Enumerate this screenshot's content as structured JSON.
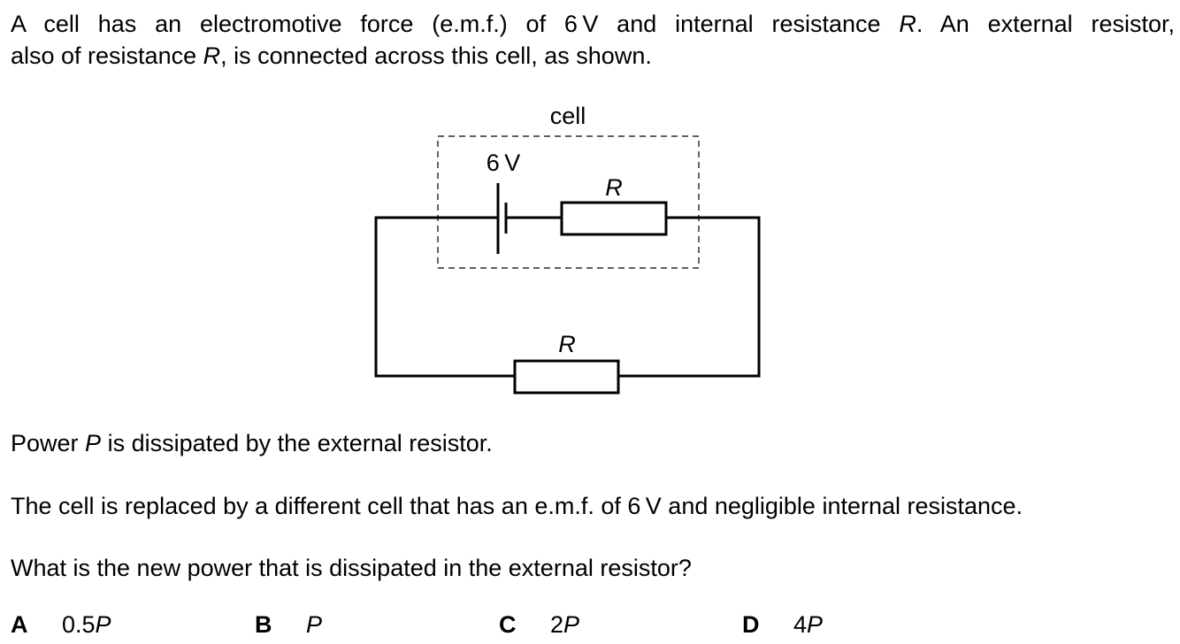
{
  "question": {
    "intro_line1": [
      "A cell has an electromotive force (e.m.f.) of 6 V and internal resistance ",
      "R",
      ". An external resistor,"
    ],
    "intro_line2": [
      "also of resistance ",
      "R",
      ", is connected across this cell, as shown."
    ],
    "statement1": [
      "Power ",
      "P",
      " is dissipated by the external resistor."
    ],
    "statement2": "The cell is replaced by a different cell that has an e.m.f. of 6 V and negligible internal resistance.",
    "prompt": "What is the new power that is dissipated in the external resistor?"
  },
  "diagram": {
    "box_label": "cell",
    "emf_label": "6 V",
    "internal_resistor_label": "R",
    "external_resistor_label": "R"
  },
  "options": [
    {
      "letter": "A",
      "value": "0.5",
      "symbol": "P"
    },
    {
      "letter": "B",
      "value": "",
      "symbol": "P"
    },
    {
      "letter": "C",
      "value": "2",
      "symbol": "P"
    },
    {
      "letter": "D",
      "value": "4",
      "symbol": "P"
    }
  ]
}
